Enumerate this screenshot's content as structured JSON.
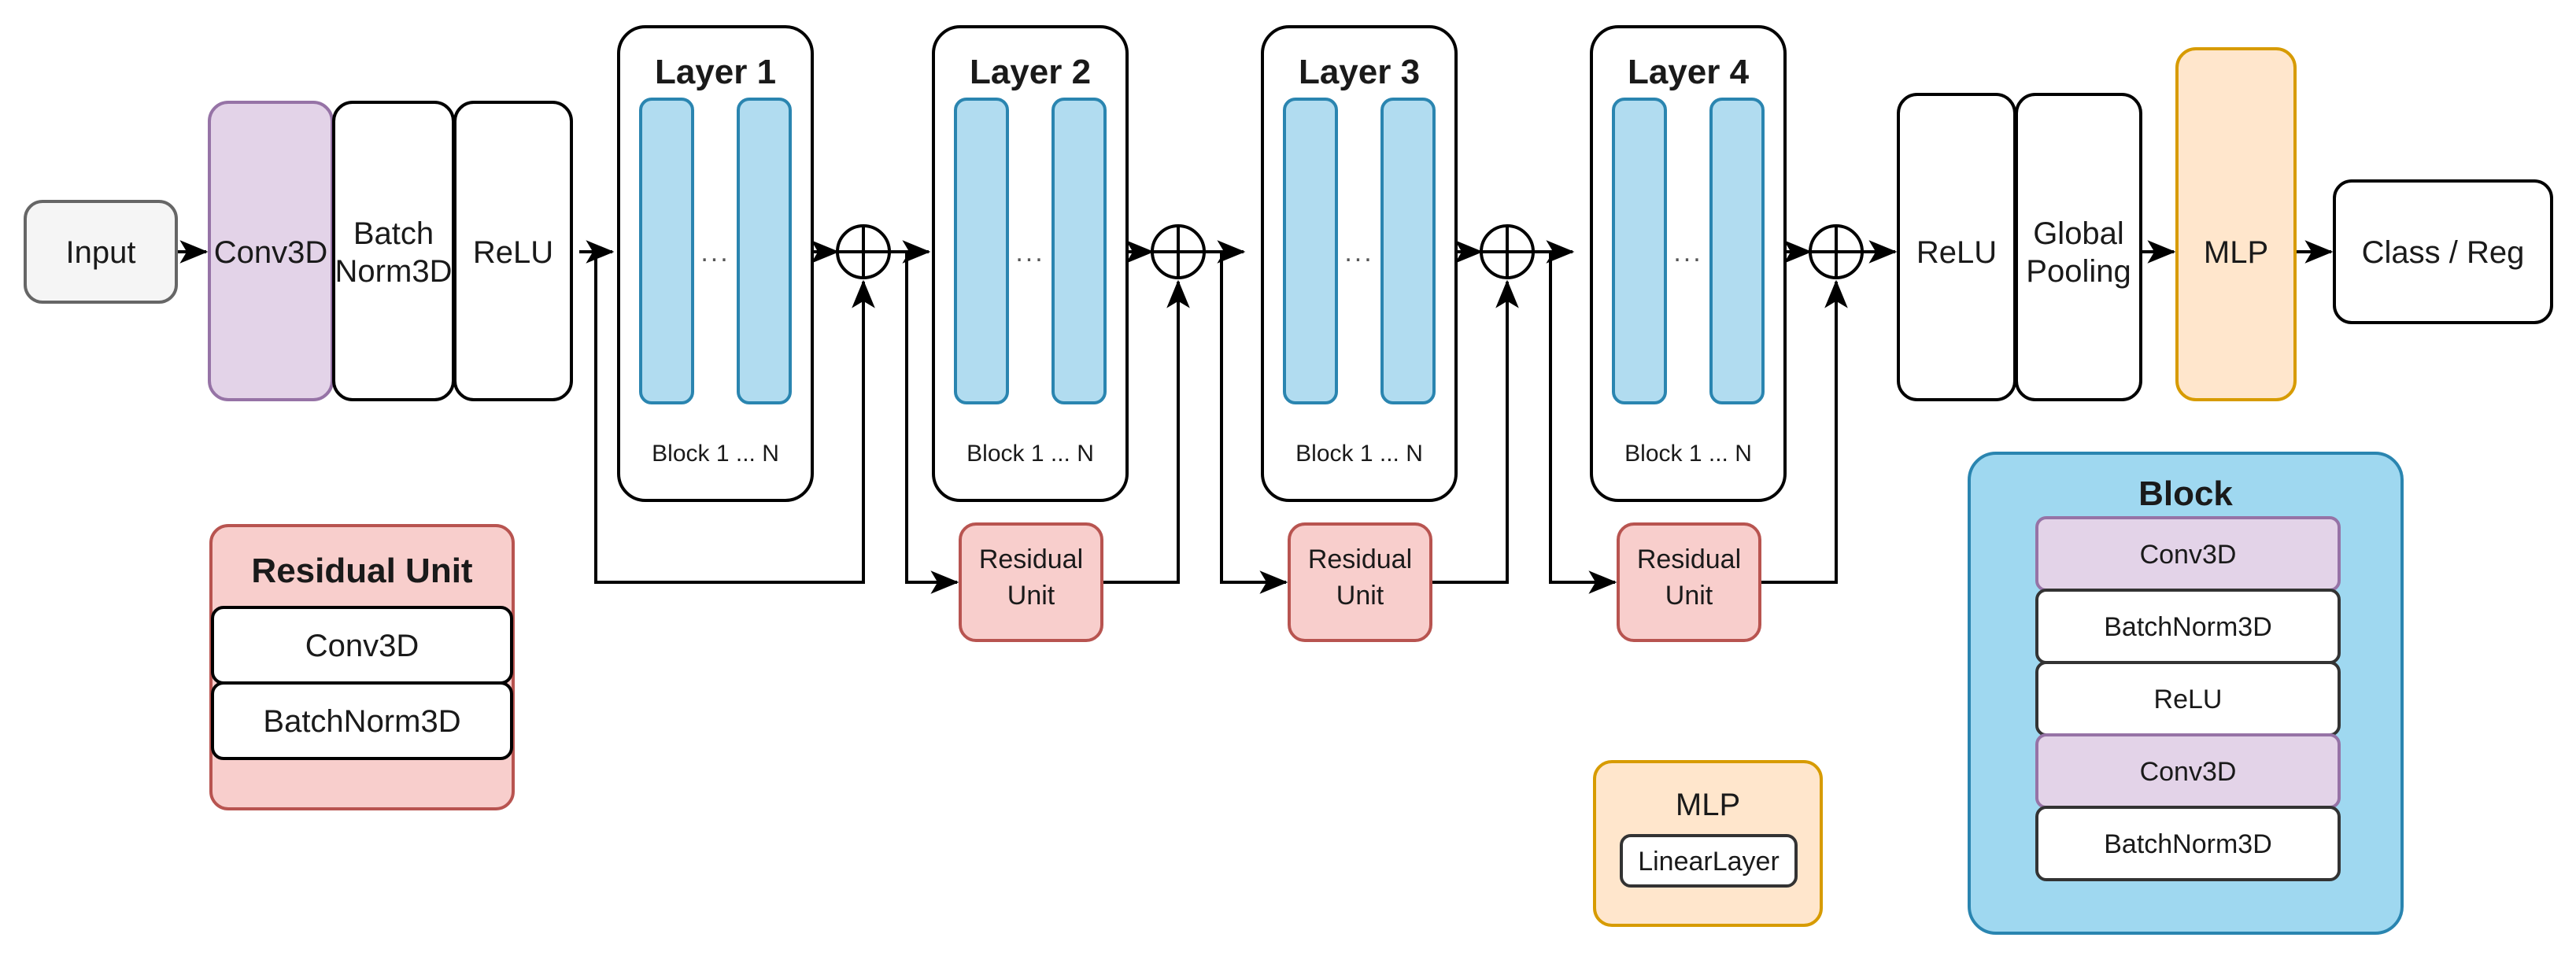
{
  "diagram": {
    "title": "3D ResNet architecture diagram",
    "colors": {
      "conv3d_fill": "#e3d3e8",
      "conv3d_stroke": "#9673a6",
      "plain_fill": "#ffffff",
      "plain_stroke": "#000000",
      "input_fill": "#f5f5f5",
      "input_stroke": "#666666",
      "block_bar_fill": "#b1dcf0",
      "block_bar_stroke": "#2a85b0",
      "residual_fill": "#f8cecc",
      "residual_stroke": "#b85450",
      "mlp_fill": "#ffe6cc",
      "mlp_stroke": "#d79b00",
      "block_legend_fill": "#9fd8f0",
      "block_legend_stroke": "#2a85b0",
      "edge": "#000000"
    }
  },
  "pipeline": {
    "input": {
      "label": "Input"
    },
    "stem": [
      {
        "label": "Conv3D",
        "style": "conv"
      },
      {
        "label": "Batch\nNorm3D",
        "line1": "Batch",
        "line2": "Norm3D",
        "style": "plain"
      },
      {
        "label": "ReLU",
        "style": "plain"
      }
    ],
    "layers": [
      {
        "title": "Layer 1",
        "block_caption": "Block 1 ... N",
        "ellipsis": "...",
        "has_residual_unit": false
      },
      {
        "title": "Layer 2",
        "block_caption": "Block 1 ... N",
        "ellipsis": "...",
        "has_residual_unit": true,
        "residual_unit": {
          "line1": "Residual",
          "line2": "Unit"
        }
      },
      {
        "title": "Layer 3",
        "block_caption": "Block 1 ... N",
        "ellipsis": "...",
        "has_residual_unit": true,
        "residual_unit": {
          "line1": "Residual",
          "line2": "Unit"
        }
      },
      {
        "title": "Layer 4",
        "block_caption": "Block 1 ... N",
        "ellipsis": "...",
        "has_residual_unit": true,
        "residual_unit": {
          "line1": "Residual",
          "line2": "Unit"
        }
      }
    ],
    "head": [
      {
        "label": "ReLU",
        "style": "plain"
      },
      {
        "label": "Global Pooling",
        "line1": "Global",
        "line2": "Pooling",
        "style": "plain"
      },
      {
        "label": "MLP",
        "style": "mlp"
      }
    ],
    "output": {
      "label": "Class / Reg"
    },
    "adder_symbol": "+"
  },
  "legends": {
    "residual_unit": {
      "title": "Residual Unit",
      "items": [
        {
          "label": "Conv3D"
        },
        {
          "label": "BatchNorm3D"
        }
      ]
    },
    "mlp": {
      "title": "MLP",
      "items": [
        {
          "label": "LinearLayer"
        }
      ]
    },
    "block": {
      "title": "Block",
      "items": [
        {
          "label": "Conv3D",
          "style": "conv"
        },
        {
          "label": "BatchNorm3D",
          "style": "plain"
        },
        {
          "label": "ReLU",
          "style": "plain"
        },
        {
          "label": "Conv3D",
          "style": "conv"
        },
        {
          "label": "BatchNorm3D",
          "style": "plain"
        }
      ]
    }
  }
}
